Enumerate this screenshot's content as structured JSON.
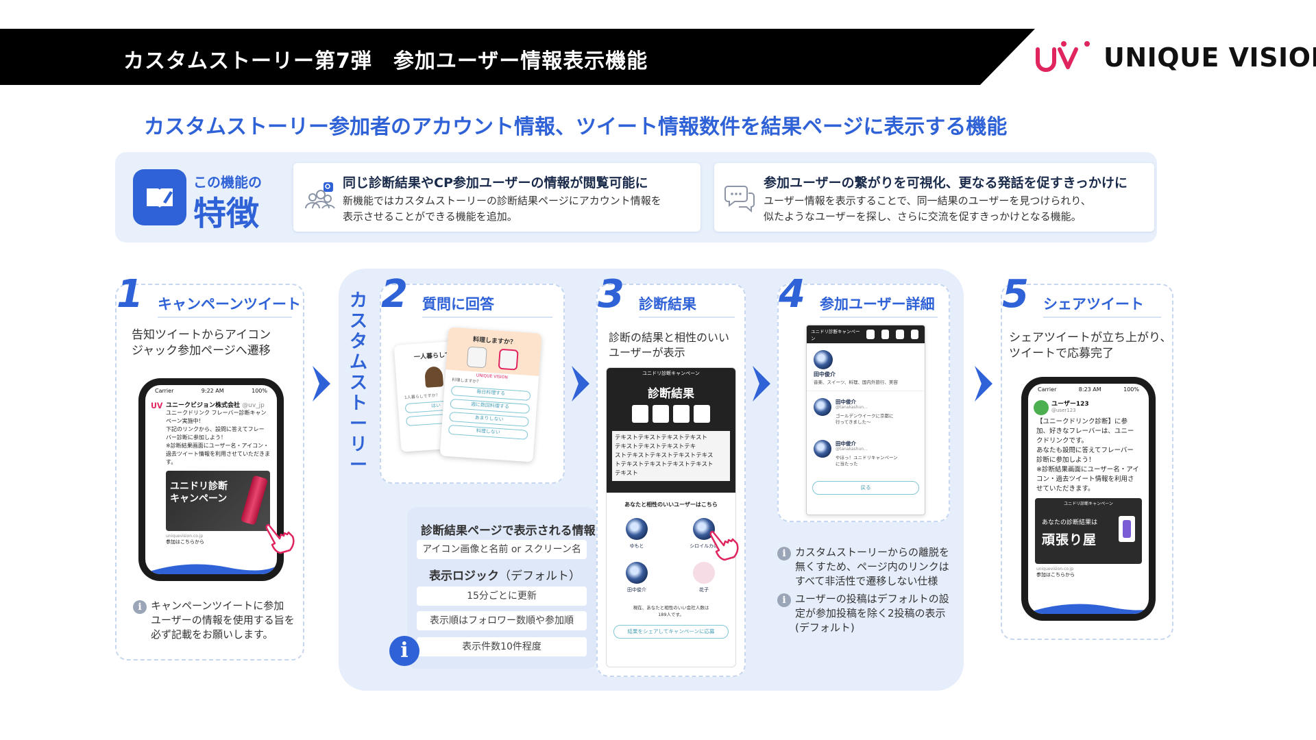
{
  "header": {
    "title": "カスタムストーリー第7弾　参加ユーザー情報表示機能",
    "brand": "UNIQUE VISION"
  },
  "subtitle": "カスタムストーリー参加者のアカウント情報、ツイート情報数件を結果ページに表示する機能",
  "features": {
    "kicker": "この機能の",
    "big": "特徴",
    "cards": [
      {
        "icon": "users-search-icon",
        "title": "同じ診断結果やCP参加ユーザーの情報が閲覧可能に",
        "line1": "新機能ではカスタムストーリーの診断結果ページにアカウント情報を",
        "line2": "表示させることができる機能を追加。"
      },
      {
        "icon": "chat-bubbles-icon",
        "title": "参加ユーザーの繋がりを可視化、更なる発話を促すきっかけに",
        "line1": "ユーザー情報を表示することで、同一結果のユーザーを見つけられり、",
        "line2": "似たようなユーザーを探し、さらに交流を促すきっかけとなる機能。"
      }
    ]
  },
  "custom_label": "カスタムストーリー",
  "steps": [
    {
      "num": "1",
      "title": "キャンペーンツイート",
      "desc1": "告知ツイートからアイコン",
      "desc2": "ジャック参加ページへ遷移",
      "phone": {
        "carrier": "Carrier",
        "time": "9:22 AM",
        "battery": "100%",
        "account": "ユニークビジョン株式会社",
        "handle": "@uv_jp",
        "text1": "ユニークドリンク フレーバー診断キャン",
        "text2": "ペーン実施中！",
        "text3": "下記のリンクから、設問に答えてフレー",
        "text4": "バー診断に参加しよう！",
        "text5": "※診断結果画面にユーザー名・アイコン・",
        "text6": "過去ツイート情報を利用させていただきま",
        "text7": "す。",
        "banner": "ユニドリ診断キャンペーン",
        "link_domain": "uniquevision.co.jp",
        "link_text": "参加はこちらから"
      },
      "note1": "キャンペーンツイートに参加",
      "note2": "ユーザーの情報を使用する旨を",
      "note3": "必ず記載をお願いします。"
    },
    {
      "num": "2",
      "title": "質問に回答",
      "back_card_title": "一人暮らしで",
      "front_card_title": "料理しますか？",
      "back_logo": "UNIQUE",
      "front_logo": "UNIQUE VISION",
      "back_question": "1人暮らしですか？",
      "back_option": "はい",
      "front_question": "料理しますか？",
      "options": [
        "毎日料理する",
        "週に数回料理する",
        "あまりしない",
        "料理しない"
      ]
    },
    {
      "num": "3",
      "title": "診断結果",
      "desc1": "診断の結果と相性のいい",
      "desc2": "ユーザーが表示",
      "phone": {
        "header": "ユニドリ診断キャンペーン",
        "result_title": "診断結果",
        "result_text1": "テキストテキストテキストテキスト",
        "result_text2": "テキストテキストテキストテキ",
        "result_text3": "ストテキストテキストテキストテキス",
        "result_text4": "トテキストテキストテキストテキスト",
        "result_text5": "テキスト",
        "compat_title": "あなたと相性のいいユーザーはこちら",
        "users": [
          "ゆもと",
          "シロイルカの",
          "田中俊介",
          "花子"
        ],
        "count_line1": "現在、あなたと相性のいい会社人数は",
        "count_line2": "189人です。",
        "share_button": "結果をシェアしてキャンペーンに応募"
      }
    },
    {
      "num": "4",
      "title": "参加ユーザー詳細",
      "phone": {
        "header": "ユニドリ診断キャンペーン",
        "user_name": "田中俊介",
        "user_bio": "音楽、スイーツ、料理、国内外旅行、美容",
        "tweet1_name": "田中俊介",
        "tweet1_handle": "@tanakashun...",
        "tweet1_text1": "ゴールデンウイークに京都に",
        "tweet1_text2": "行ってきました〜",
        "tweet2_name": "田中俊介",
        "tweet2_handle": "@tanakashun...",
        "tweet2_text1": "やほっ！ユニドリキャンペーン",
        "tweet2_text2": "に当たった",
        "back_button": "戻る"
      },
      "notes": [
        {
          "l1": "カスタムストーリーからの離脱を",
          "l2": "無くすため、ページ内のリンクは",
          "l3": "すべて非活性で遷移しない仕様"
        },
        {
          "l1": "ユーザーの投稿はデフォルトの設",
          "l2": "定が参加投稿を除く2投稿の表示",
          "l3": "(デフォルト)"
        }
      ]
    },
    {
      "num": "5",
      "title": "シェアツイート",
      "desc1": "シェアツイートが立ち上がり、",
      "desc2": "ツイートで応募完了",
      "phone": {
        "carrier": "Carrier",
        "time": "8:23 AM",
        "battery": "100%",
        "user": "ユーザー123",
        "handle": "@user123",
        "text1": "【ユニークドリンク診断】に参",
        "text2": "加、好きなフレーバーは、ユニー",
        "text3": "クドリンクです。",
        "text4": "あなたも設問に答えてフレーバー",
        "text5": "診断に参加しよう！",
        "text6": "※診断結果画面にユーザー名・アイ",
        "text7": "コン・過去ツイート情報を利用さ",
        "text8": "せていただきます。",
        "card_header": "ユニドリ診断キャンペーン",
        "card_label": "あなたの診断結果は",
        "card_result": "頑張り屋",
        "link_domain": "uniquevision.co.jp",
        "link_text": "参加はこちらから"
      }
    }
  ],
  "info_box": {
    "title": "診断結果ページで表示される情報",
    "pill1": "アイコン画像と名前 or スクリーン名",
    "logic_bold": "表示ロジック",
    "logic_paren": "（デフォルト）",
    "pill2": "15分ごとに更新",
    "pill3": "表示順はフォロワー数順や参加順",
    "pill4": "表示件数10件程度"
  },
  "colors": {
    "accent": "#2f62d6",
    "brand_red": "#e0245e",
    "band": "#e6eefb"
  }
}
